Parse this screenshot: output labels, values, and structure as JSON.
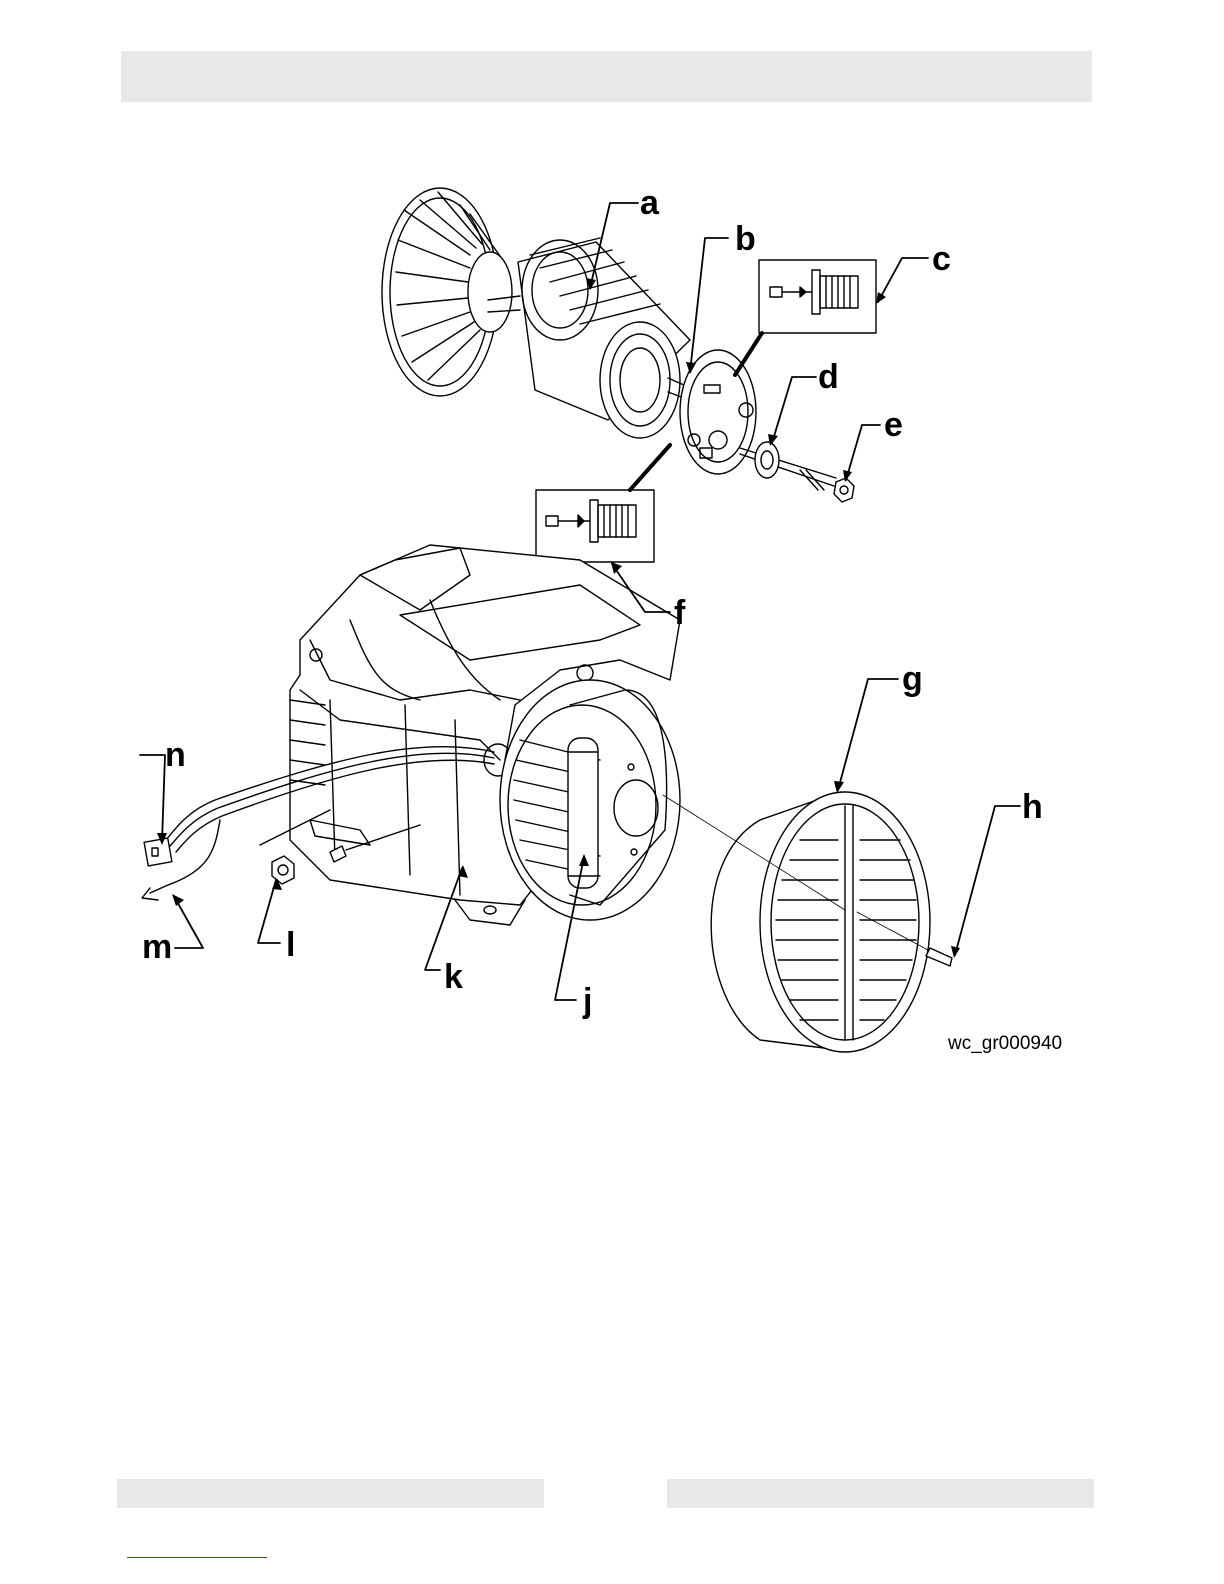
{
  "labels": {
    "a": "a",
    "b": "b",
    "c": "c",
    "d": "d",
    "e": "e",
    "f": "f",
    "g": "g",
    "h": "h",
    "j": "j",
    "k": "k",
    "l": "l",
    "m": "m",
    "n": "n"
  },
  "drawing_ref": "wc_gr000940",
  "colors": {
    "header_bar": "#e8e8e8",
    "link_line": "#2a3fbf"
  }
}
